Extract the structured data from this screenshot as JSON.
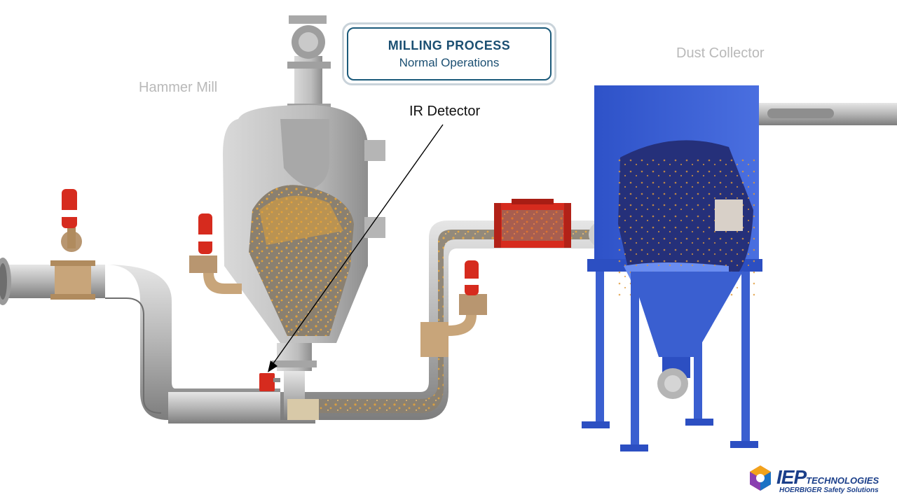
{
  "title_box": {
    "heading": "MILLING PROCESS",
    "subheading": "Normal Operations"
  },
  "labels": {
    "hammer_mill": "Hammer Mill",
    "dust_collector": "Dust Collector",
    "ir_detector": "IR Detector"
  },
  "logo": {
    "brand": "IEP",
    "suffix": "TECHNOLOGIES",
    "tagline": "HOERBIGER Safety Solutions"
  },
  "colors": {
    "pipe": "#b8b8b8",
    "mill_body": "#c2c2c2",
    "collector": "#3a5fd0",
    "suppressor": "#d62b1e",
    "particles": "#d9962a",
    "valve": "#c8a57a",
    "title_text": "#1b4f72",
    "logo": "#1b3f8a"
  }
}
